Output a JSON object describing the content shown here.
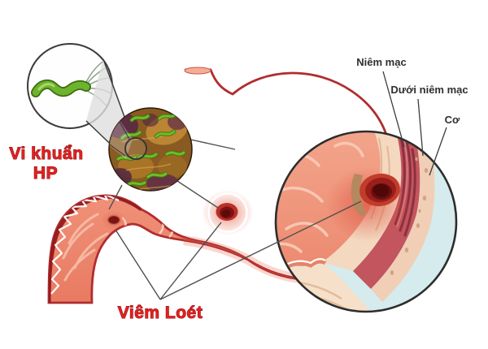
{
  "labels": {
    "hp_bacteria": {
      "line1": "Vi khuẩn",
      "line2": "HP"
    },
    "mucosa": "Niêm mạc",
    "submucosa": "Dưới niêm mạc",
    "muscle": "Cơ",
    "ulcer": "Viêm Loét"
  },
  "colors": {
    "background": "#ffffff",
    "label_red": "#e32020",
    "label_dark": "#2f2f2f",
    "stomach_fill": "#f09078",
    "stomach_border": "#b12d2f",
    "fundus_dark": "#9c1a1f",
    "bacteria_green": "#6db32c",
    "colony_brown": "#8a5a22",
    "colony_purple": "#552647",
    "magnifier_background": "#d5ebed",
    "ulcer_dark_red": "#6c0f0f",
    "pointer_line": "#4f4f4f"
  }
}
